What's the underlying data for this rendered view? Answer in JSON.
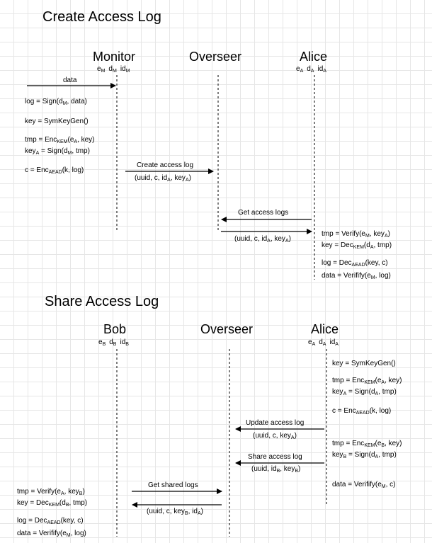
{
  "create": {
    "title": "Create Access Log",
    "actors": {
      "monitor": {
        "name": "Monitor",
        "keys": [
          [
            "e",
            "M"
          ],
          [
            "d",
            "M"
          ],
          [
            "id",
            "M"
          ]
        ]
      },
      "overseer": {
        "name": "Overseer"
      },
      "alice": {
        "name": "Alice",
        "keys": [
          [
            "e",
            "A"
          ],
          [
            "d",
            "A"
          ],
          [
            "id",
            "A"
          ]
        ]
      }
    },
    "messages": {
      "data": "data",
      "create_access_log": "Create access log",
      "create_payload": [
        [
          "(uuid, c, id",
          ""
        ],
        [
          "A",
          ",sub"
        ],
        [
          ", key",
          ""
        ],
        [
          "A",
          ",sub"
        ],
        [
          ")",
          ""
        ]
      ],
      "get_access_logs": "Get access logs",
      "get_reply": "(uuid, c, idA, keyA)"
    },
    "monitor_steps": [
      [
        [
          "log = Sign(d",
          ""
        ],
        [
          "M",
          "sub"
        ],
        [
          ", data)",
          ""
        ]
      ],
      [
        [
          "key = SymKeyGen()",
          ""
        ]
      ],
      [
        [
          "tmp = Enc",
          ""
        ],
        [
          "KEM",
          "sub"
        ],
        [
          "(e",
          ""
        ],
        [
          "A",
          "sub"
        ],
        [
          ", key)",
          ""
        ]
      ],
      [
        [
          "key",
          ""
        ],
        [
          "A",
          "sub"
        ],
        [
          " = Sign(d",
          ""
        ],
        [
          "M",
          "sub"
        ],
        [
          ", tmp)",
          ""
        ]
      ],
      [
        [
          "c = Enc",
          ""
        ],
        [
          "AEAD",
          "sub"
        ],
        [
          "(k, log)",
          ""
        ]
      ]
    ],
    "alice_steps": [
      [
        [
          "tmp = Verify(e",
          ""
        ],
        [
          "M",
          "sub"
        ],
        [
          ", key",
          ""
        ],
        [
          "A",
          "sub"
        ],
        [
          ")",
          ""
        ]
      ],
      [
        [
          "key = Dec",
          ""
        ],
        [
          "KEM",
          "sub"
        ],
        [
          "(d",
          ""
        ],
        [
          "A",
          "sub"
        ],
        [
          ", tmp)",
          ""
        ]
      ],
      [
        [
          "log = Dec",
          ""
        ],
        [
          "AEAD",
          "sub"
        ],
        [
          "(key, c)",
          ""
        ]
      ],
      [
        [
          "data = Verifify(e",
          ""
        ],
        [
          "M",
          "sub"
        ],
        [
          ", log)",
          ""
        ]
      ]
    ]
  },
  "share": {
    "title": "Share Access Log",
    "actors": {
      "bob": {
        "name": "Bob",
        "keys": [
          [
            "e",
            "B"
          ],
          [
            "d",
            "B"
          ],
          [
            "id",
            "B"
          ]
        ]
      },
      "overseer": {
        "name": "Overseer"
      },
      "alice": {
        "name": "Alice",
        "keys": [
          [
            "e",
            "A"
          ],
          [
            "d",
            "A"
          ],
          [
            "id",
            "A"
          ]
        ]
      }
    },
    "messages": {
      "update_access_log": "Update access log",
      "update_payload": "(uuid, c, keyA)",
      "share_access_log": "Share access log",
      "share_payload": "(uuid, idB, keyB)",
      "get_shared_logs": "Get shared logs",
      "shared_reply": "(uuid, c, keyB, idA)"
    },
    "alice_steps": [
      [
        [
          "key = SymKeyGen()",
          ""
        ]
      ],
      [
        [
          "tmp = Enc",
          ""
        ],
        [
          "KEM",
          "sub"
        ],
        [
          "(e",
          ""
        ],
        [
          "A",
          "sub"
        ],
        [
          ", key)",
          ""
        ]
      ],
      [
        [
          "key",
          ""
        ],
        [
          "A",
          "sub"
        ],
        [
          " = Sign(d",
          ""
        ],
        [
          "A",
          "sub"
        ],
        [
          ", tmp)",
          ""
        ]
      ],
      [
        [
          "c = Enc",
          ""
        ],
        [
          "AEAD",
          "sub"
        ],
        [
          "(k, log)",
          ""
        ]
      ],
      [
        [
          "tmp = Enc",
          ""
        ],
        [
          "KEM",
          "sub"
        ],
        [
          "(e",
          ""
        ],
        [
          "B",
          "sub"
        ],
        [
          ", key)",
          ""
        ]
      ],
      [
        [
          "key",
          ""
        ],
        [
          "B",
          "sub"
        ],
        [
          " = Sign(d",
          ""
        ],
        [
          "A",
          "sub"
        ],
        [
          ", tmp)",
          ""
        ]
      ],
      [
        [
          "data = Verifify(e",
          ""
        ],
        [
          "M",
          "sub"
        ],
        [
          ", c)",
          ""
        ]
      ]
    ],
    "bob_steps": [
      [
        [
          "tmp = Verify(e",
          ""
        ],
        [
          "A",
          "sub"
        ],
        [
          ", key",
          ""
        ],
        [
          "B",
          "sub"
        ],
        [
          ")",
          ""
        ]
      ],
      [
        [
          "key = Dec",
          ""
        ],
        [
          "KEM",
          "sub"
        ],
        [
          "(d",
          ""
        ],
        [
          "B",
          "sub"
        ],
        [
          ", tmp)",
          ""
        ]
      ],
      [
        [
          "log = Dec",
          ""
        ],
        [
          "AEAD",
          "sub"
        ],
        [
          "(key, c)",
          ""
        ]
      ],
      [
        [
          "data = Verifify(e",
          ""
        ],
        [
          "M",
          "sub"
        ],
        [
          ", log)",
          ""
        ]
      ]
    ]
  }
}
